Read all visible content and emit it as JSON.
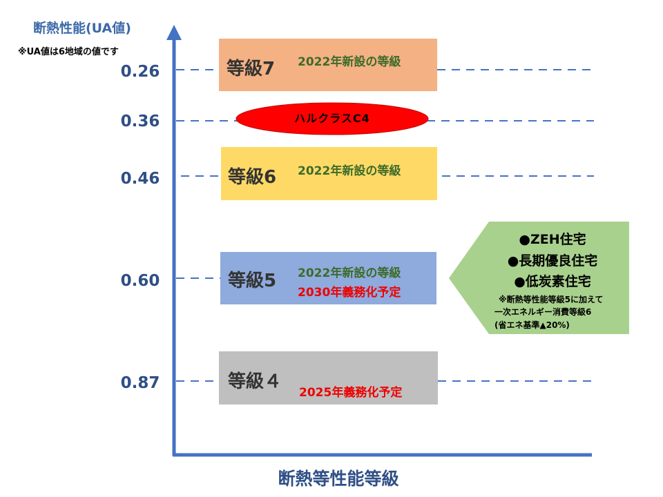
{
  "axis": {
    "y_title": "断熱性能(UA値)",
    "y_note": "※UA値は6地域の値です",
    "x_title": "断熱等性能等級",
    "ticks": [
      "0.26",
      "0.36",
      "0.46",
      "0.60",
      "0.87"
    ]
  },
  "grades": [
    {
      "label": "等級7",
      "note": "2022年新設の等級",
      "mandate": "",
      "color": "#f4b183"
    },
    {
      "label": "等級6",
      "note": "2022年新設の等級",
      "mandate": "",
      "color": "#ffd966"
    },
    {
      "label": "等級5",
      "note": "2022年新設の等級",
      "mandate": "2030年義務化予定",
      "color": "#8faadc"
    },
    {
      "label": "等級４",
      "note": "",
      "mandate": "2025年義務化予定",
      "color": "#bfbfbf"
    }
  ],
  "product": {
    "label": "ハルクラスC4",
    "color": "#ff0000"
  },
  "callout": {
    "items": [
      "●ZEH住宅",
      "●長期優良住宅",
      "●低炭素住宅"
    ],
    "note_lines": [
      "※断熱等性能等級5に加えて",
      "一次エネルギー消費等級6",
      "(省エネ基準▲20%)"
    ],
    "color": "#a9d18e"
  },
  "colors": {
    "axis": "#4472c4",
    "dash": "#4472c4"
  }
}
